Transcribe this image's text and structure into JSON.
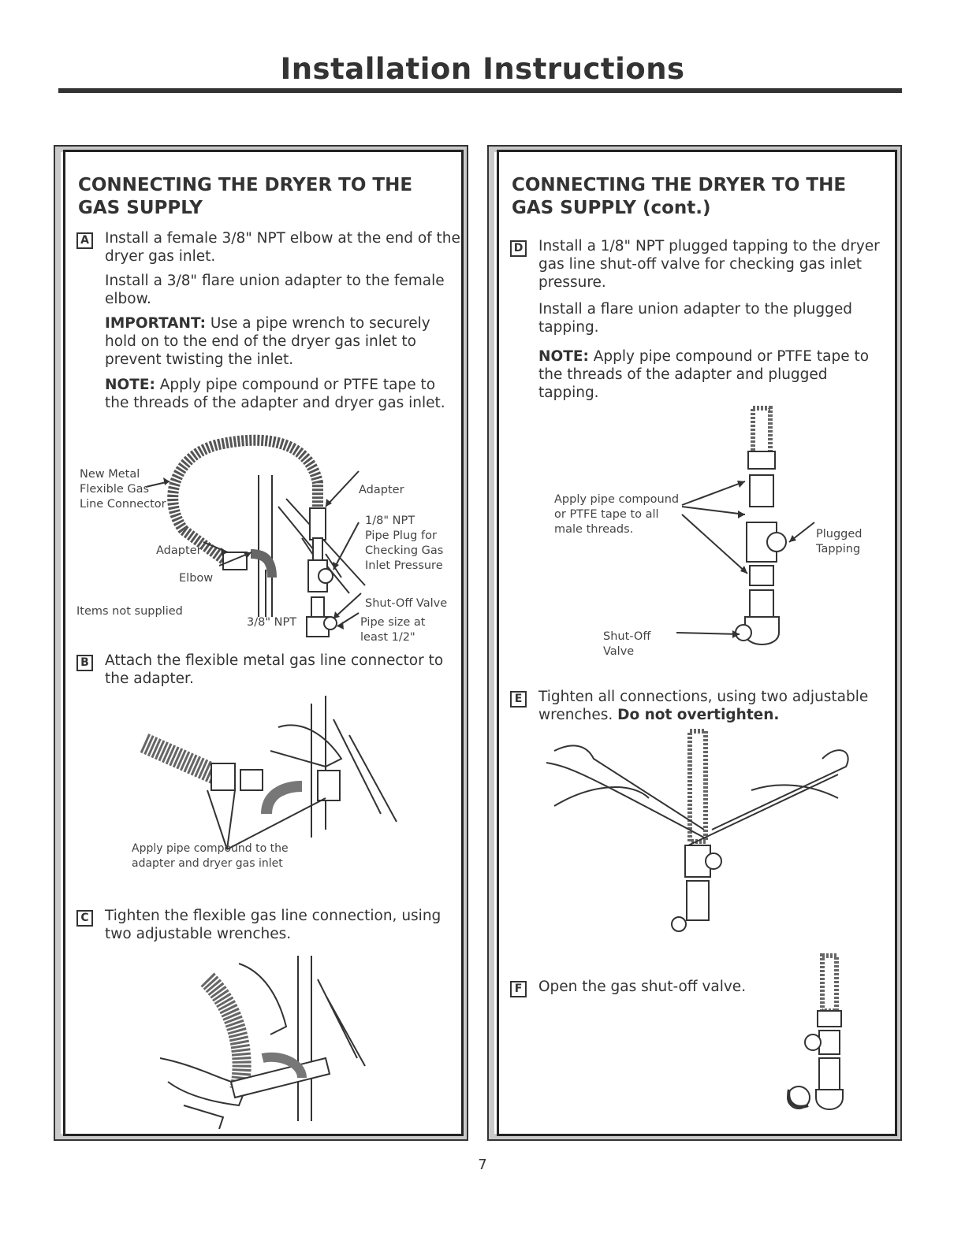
{
  "header": {
    "title": "Installation Instructions"
  },
  "left": {
    "title": "CONNECTING THE DRYER TO THE GAS SUPPLY",
    "stepA": {
      "letter": "A",
      "p1": "Install a female 3/8\" NPT elbow at the end of the dryer gas inlet.",
      "p2": "Install a 3/8\" flare union adapter to the female elbow.",
      "p3_label": "IMPORTANT:",
      "p3": " Use a pipe wrench to securely hold on to the end of the dryer gas inlet to prevent twisting the inlet.",
      "p4_label": "NOTE:",
      "p4": " Apply pipe compound or PTFE tape to the threads of the adapter and dryer gas inlet."
    },
    "diagram1": {
      "new_metal": "New Metal\nFlexible Gas\nLine Connector",
      "adapter_left": "Adapter",
      "elbow": "Elbow",
      "items_not_supplied": "Items not supplied",
      "npt38": "3/8\" NPT",
      "adapter_right": "Adapter",
      "pipe_plug": "1/8\" NPT\nPipe Plug for\nChecking Gas\nInlet Pressure",
      "shutoff": "Shut-Off Valve",
      "pipe_size": "Pipe size at\nleast 1/2\""
    },
    "stepB": {
      "letter": "B",
      "text": "Attach the flexible metal gas line connector to the adapter."
    },
    "diagram2": {
      "caption": "Apply pipe compound to the\nadapter and dryer gas inlet"
    },
    "stepC": {
      "letter": "C",
      "text": "Tighten the flexible gas line connection, using two adjustable wrenches."
    }
  },
  "right": {
    "title": "CONNECTING THE DRYER TO THE GAS SUPPLY (cont.)",
    "stepD": {
      "letter": "D",
      "p1": "Install a 1/8\" NPT plugged tapping to the dryer gas line shut-off valve for checking gas inlet pressure.",
      "p2": "Install a flare union adapter to the plugged tapping.",
      "p3_label": "NOTE:",
      "p3": " Apply pipe compound or PTFE tape to the threads of the adapter and plugged tapping."
    },
    "diagram3": {
      "apply": "Apply pipe compound\nor PTFE tape to all\nmale threads.",
      "plugged": "Plugged\nTapping",
      "shutoff": "Shut-Off\nValve"
    },
    "stepE": {
      "letter": "E",
      "text": "Tighten all connections, using two adjustable wrenches. ",
      "bold": "Do not overtighten."
    },
    "stepF": {
      "letter": "F",
      "text": "Open the gas shut-off valve."
    }
  },
  "footer": {
    "page_number": "7"
  }
}
